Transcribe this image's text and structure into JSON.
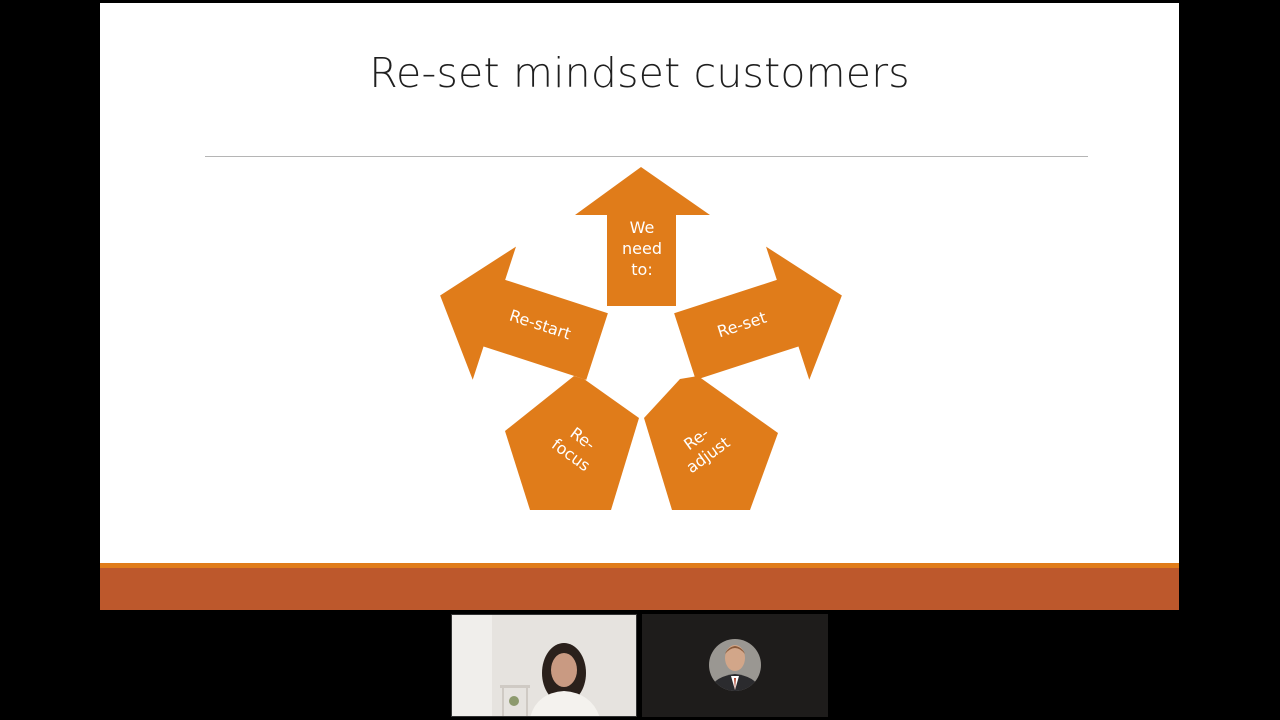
{
  "slide": {
    "title": "Re-set mindset customers",
    "colors": {
      "arrow": "#e07c1a",
      "footer_bar": "#bd582c",
      "footer_accent": "#e07c1a",
      "rule": "#b5b5b5"
    },
    "diagram": {
      "center": {
        "lines": [
          "We",
          "need",
          "to:"
        ]
      },
      "arrows": [
        {
          "id": "reset",
          "lines": [
            "Re-set"
          ]
        },
        {
          "id": "readjust",
          "lines": [
            "Re-",
            "adjust"
          ]
        },
        {
          "id": "refocus",
          "lines": [
            "Re-",
            "focus"
          ]
        },
        {
          "id": "restart",
          "lines": [
            "Re-start"
          ]
        }
      ]
    }
  },
  "participants": [
    {
      "kind": "camera-video"
    },
    {
      "kind": "profile-photo"
    }
  ]
}
